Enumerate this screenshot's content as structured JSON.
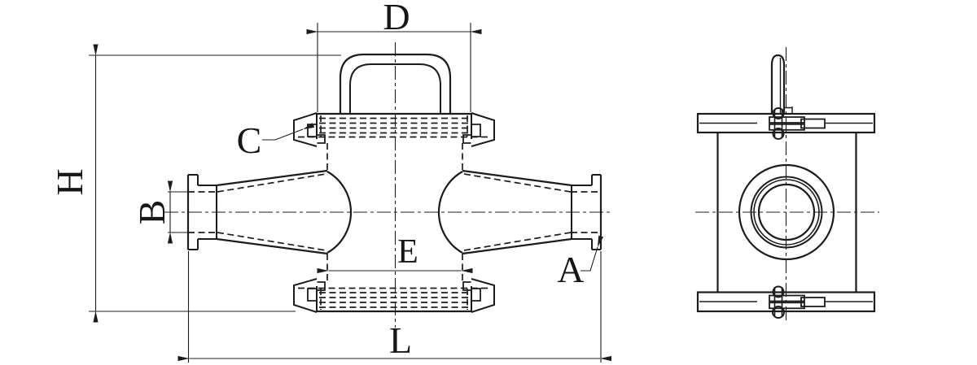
{
  "page": {
    "background": "#ffffff",
    "line_color": "#1c1c1c",
    "drawing_type": "technical dimension drawing, two orthographic views of a clamp-ferrule cross fitting"
  },
  "dimension_labels": {
    "d": "D",
    "h": "H",
    "c": "C",
    "b": "B",
    "e": "E",
    "a": "A",
    "l": "L"
  }
}
